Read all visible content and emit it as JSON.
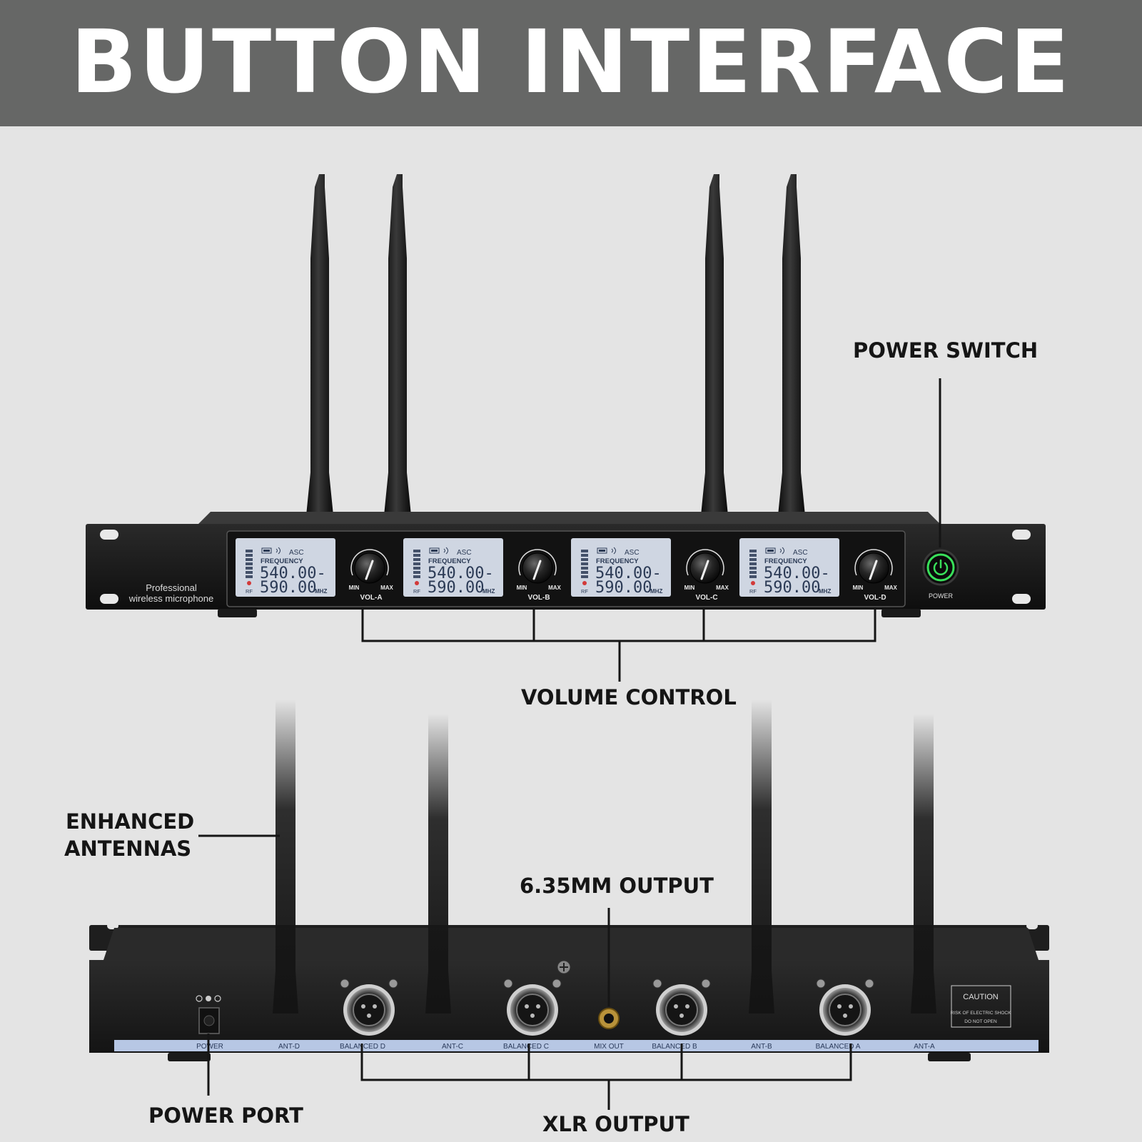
{
  "banner": {
    "title": "BUTTON INTERFACE"
  },
  "callouts": {
    "power_switch": "POWER SWITCH",
    "volume_control": "VOLUME CONTROL",
    "enhanced_antennas_line1": "ENHANCED",
    "enhanced_antennas_line2": "ANTENNAS",
    "output_635": "6.35MM OUTPUT",
    "power_port": "POWER PORT",
    "xlr_output": "XLR OUTPUT"
  },
  "front_panel": {
    "brand_line1": "Professional",
    "brand_line2": "wireless microphone",
    "channels": [
      {
        "asc": "ASC",
        "frequency_label": "FREQUENCY",
        "freq_top": "540.00-",
        "freq_bottom": "590.00",
        "unit": "MHZ",
        "rf": "RF",
        "knob_min": "MIN",
        "knob_max": "MAX",
        "vol_label": "VOL-A"
      },
      {
        "asc": "ASC",
        "frequency_label": "FREQUENCY",
        "freq_top": "540.00-",
        "freq_bottom": "590.00",
        "unit": "MHZ",
        "rf": "RF",
        "knob_min": "MIN",
        "knob_max": "MAX",
        "vol_label": "VOL-B"
      },
      {
        "asc": "ASC",
        "frequency_label": "FREQUENCY",
        "freq_top": "540.00-",
        "freq_bottom": "590.00",
        "unit": "MHZ",
        "rf": "RF",
        "knob_min": "MIN",
        "knob_max": "MAX",
        "vol_label": "VOL-C"
      },
      {
        "asc": "ASC",
        "frequency_label": "FREQUENCY",
        "freq_top": "540.00-",
        "freq_bottom": "590.00",
        "unit": "MHZ",
        "rf": "RF",
        "knob_min": "MIN",
        "knob_max": "MAX",
        "vol_label": "VOL-D"
      }
    ],
    "power_label": "POWER",
    "power_led_color": "#39e05a"
  },
  "rear_panel": {
    "labels": {
      "power": "POWER",
      "ant_d": "ANT-D",
      "balanced_d": "BALANCED D",
      "ant_c": "ANT-C",
      "balanced_c": "BALANCED C",
      "mix_out": "MIX OUT",
      "balanced_b": "BALANCED B",
      "ant_b": "ANT-B",
      "balanced_a": "BALANCED A",
      "ant_a": "ANT-A"
    },
    "caution": {
      "title": "CAUTION",
      "line1": "RISK OF ELECTRIC SHOCK",
      "line2": "DO NOT OPEN"
    }
  },
  "colors": {
    "banner": "#666766",
    "background": "#e4e4e4",
    "lcd_bg": "#cfd6e2",
    "lcd_text": "#2b3a55",
    "label_strip": "#b7c7e4"
  }
}
